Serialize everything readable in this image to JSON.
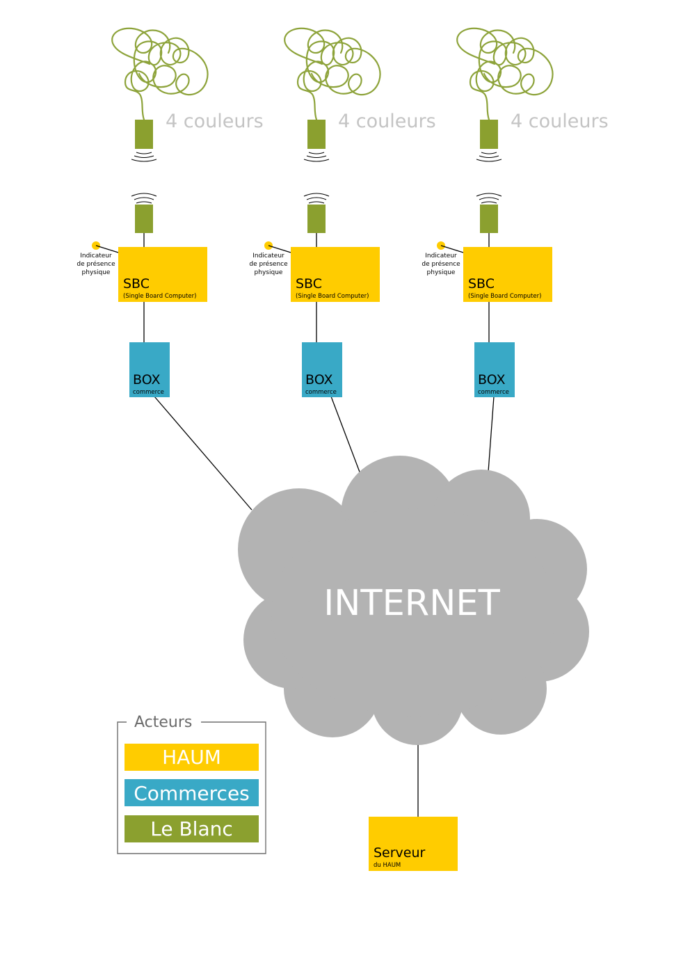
{
  "colors": {
    "haum": "#ffcc00",
    "commerces": "#39a9c6",
    "le_blanc": "#8ba02f",
    "cloud": "#b3b3b3",
    "vine": "#8da33a",
    "legend_border": "#6e6e6e"
  },
  "units": [
    {
      "couleurs_label": "4 couleurs",
      "indicator_line1": "Indicateur",
      "indicator_line2": "de présence",
      "indicator_line3": "physique",
      "sbc_label": "SBC",
      "sbc_sub": "(Single Board Computer)",
      "box_label": "BOX",
      "box_sub": "commerce"
    },
    {
      "couleurs_label": "4 couleurs",
      "indicator_line1": "Indicateur",
      "indicator_line2": "de présence",
      "indicator_line3": "physique",
      "sbc_label": "SBC",
      "sbc_sub": "(Single Board Computer)",
      "box_label": "BOX",
      "box_sub": "commerce"
    },
    {
      "couleurs_label": "4 couleurs",
      "indicator_line1": "Indicateur",
      "indicator_line2": "de présence",
      "indicator_line3": "physique",
      "sbc_label": "SBC",
      "sbc_sub": "(Single Board Computer)",
      "box_label": "BOX",
      "box_sub": "commerce"
    }
  ],
  "internet": {
    "label": "INTERNET"
  },
  "server": {
    "label": "Serveur",
    "sub": "du HAUM"
  },
  "legend": {
    "title": "Acteurs",
    "items": [
      "HAUM",
      "Commerces",
      "Le Blanc"
    ]
  }
}
